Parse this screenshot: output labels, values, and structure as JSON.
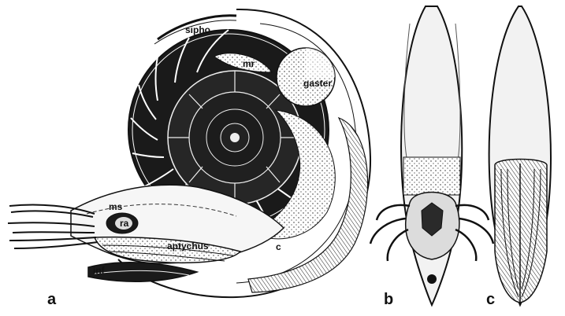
{
  "figure": {
    "labels": {
      "sipho": "sipho",
      "mr": "mr",
      "gaster": "gaster",
      "ms": "ms",
      "ra": "ra",
      "aptychus": "aptychus",
      "c1": "c",
      "inf": "inf"
    },
    "panels": {
      "a": "a",
      "b": "b",
      "c": "c"
    },
    "colors": {
      "ink": "#111111",
      "paper": "#ffffff",
      "shell_fill": "#efefef",
      "chamber_dark": "#1a1a1a"
    }
  }
}
